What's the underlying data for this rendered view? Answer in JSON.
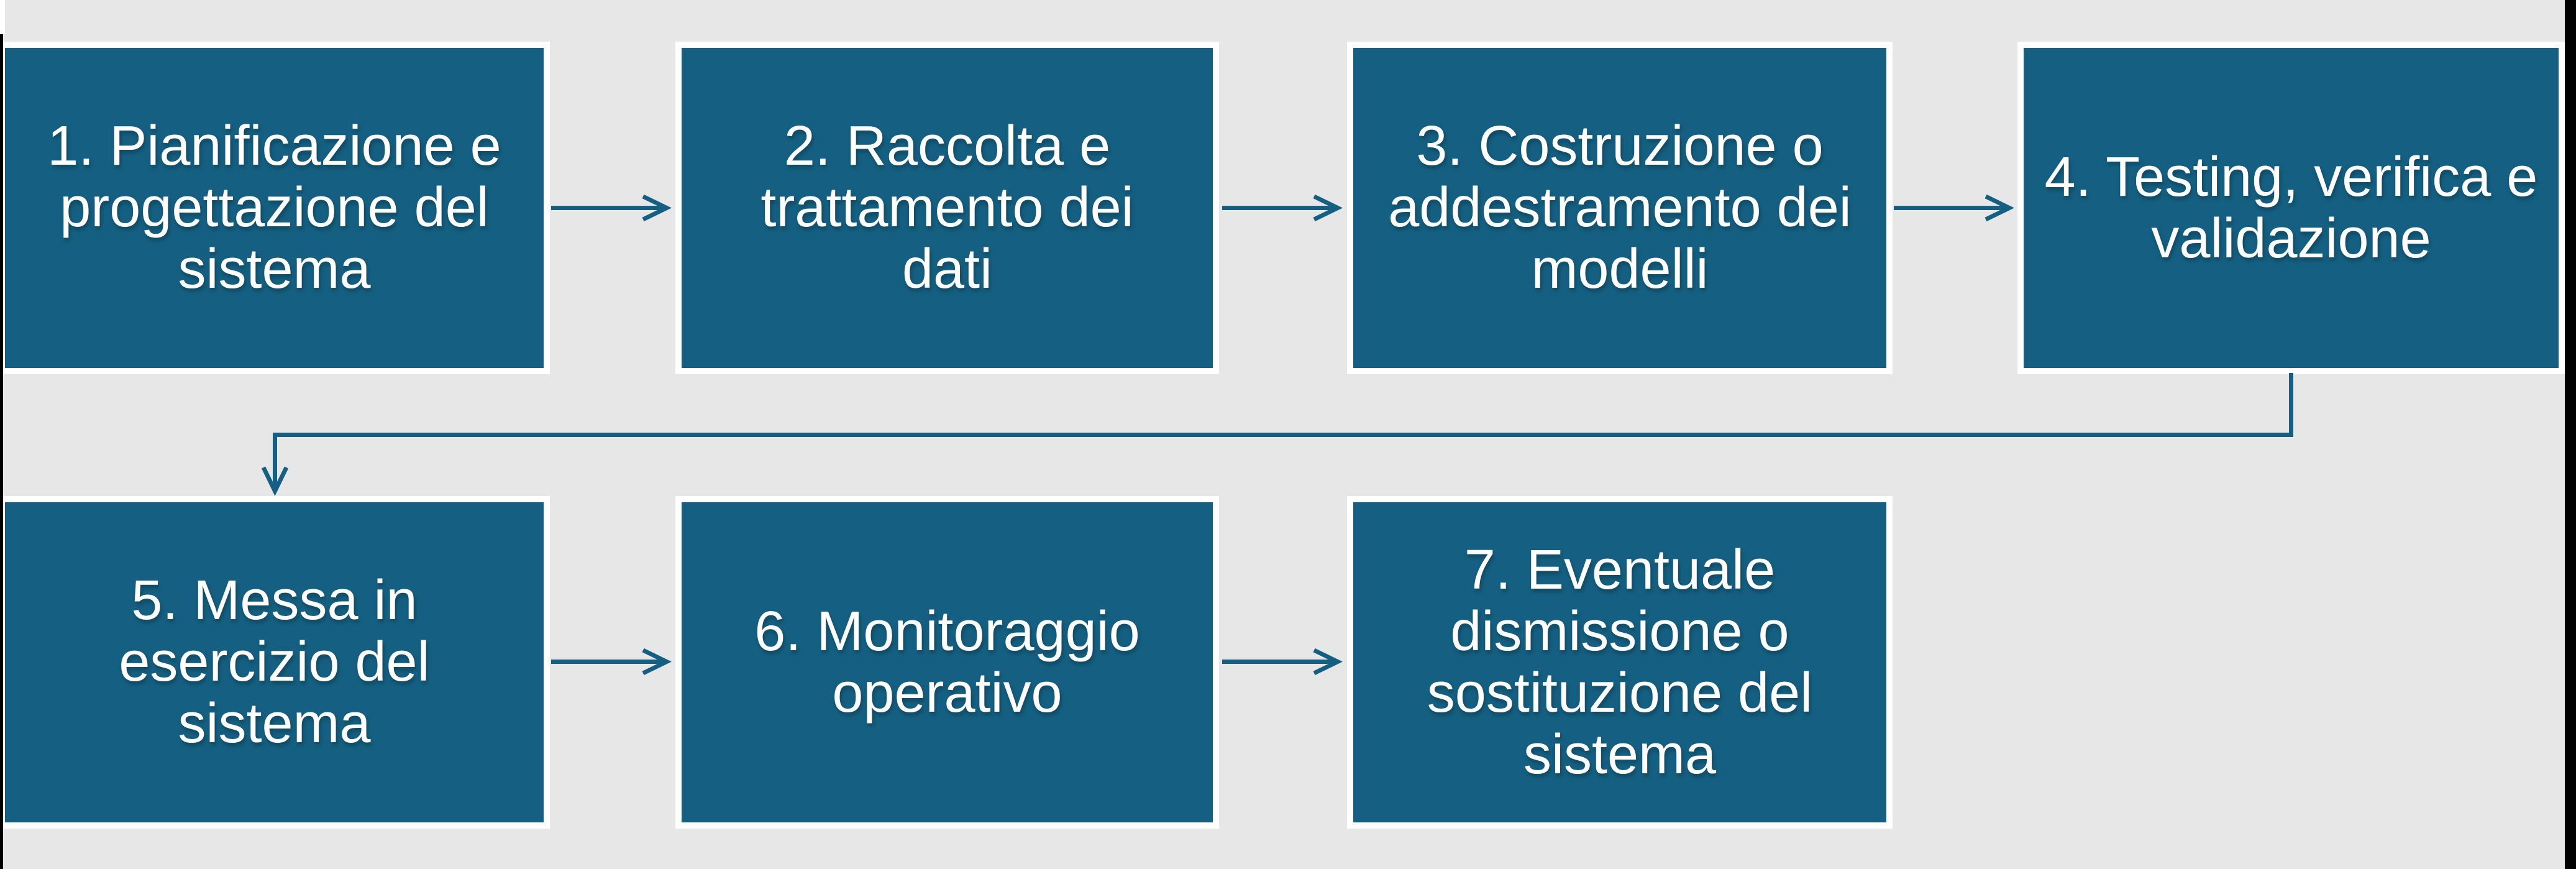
{
  "theme": {
    "background_color": "#e7e7e7",
    "box_fill_color": "#156082",
    "box_border_color": "#ffffff",
    "arrow_color": "#156082",
    "text_color": "#ffffff",
    "edge_bar_color": "#000000"
  },
  "flowchart": {
    "language": "it",
    "steps": [
      {
        "number": 1,
        "label": "1. Pianificazione e\nprogettazione del\nsistema"
      },
      {
        "number": 2,
        "label": "2. Raccolta e\ntrattamento dei\ndati"
      },
      {
        "number": 3,
        "label": "3. Costruzione o\naddestramento dei\nmodelli"
      },
      {
        "number": 4,
        "label": "4. Testing, verifica e\nvalidazione"
      },
      {
        "number": 5,
        "label": "5. Messa in\nesercizio del\nsistema"
      },
      {
        "number": 6,
        "label": "6. Monitoraggio\noperativo"
      },
      {
        "number": 7,
        "label": "7. Eventuale\ndismissione o\nsostituzione del\nsistema"
      }
    ],
    "connections": [
      {
        "from": 1,
        "to": 2,
        "type": "straight-arrow"
      },
      {
        "from": 2,
        "to": 3,
        "type": "straight-arrow"
      },
      {
        "from": 3,
        "to": 4,
        "type": "straight-arrow"
      },
      {
        "from": 4,
        "to": 5,
        "type": "elbow-arrow"
      },
      {
        "from": 5,
        "to": 6,
        "type": "straight-arrow"
      },
      {
        "from": 6,
        "to": 7,
        "type": "straight-arrow"
      }
    ]
  }
}
